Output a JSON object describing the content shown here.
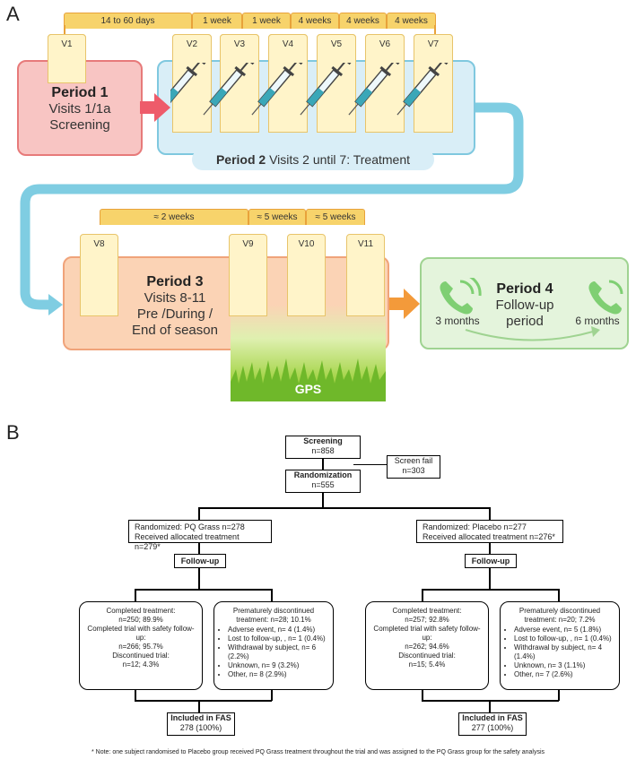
{
  "panel_a": {
    "letter": "A",
    "intervals": [
      "14 to 60 days",
      "1 week",
      "1 week",
      "4 weeks",
      "4 weeks",
      "4 weeks"
    ],
    "intervals_p3": [
      "≈ 2 weeks",
      "≈ 5 weeks",
      "≈ 5 weeks"
    ],
    "visits": [
      "V1",
      "V2",
      "V3",
      "V4",
      "V5",
      "V6",
      "V7",
      "V8",
      "V9",
      "V10",
      "V11"
    ],
    "period1": {
      "title": "Period 1",
      "line1": "Visits 1/1a",
      "line2": "Screening"
    },
    "period2": {
      "title": "Period 2",
      "text": "Visits 2 until 7: Treatment"
    },
    "period3": {
      "title": "Period 3",
      "line1": "Visits 8-11",
      "line2": "Pre /During /",
      "line3": "End of season"
    },
    "period4": {
      "title": "Period 4",
      "line1": "Follow-up",
      "line2": "period",
      "left": "3 months",
      "right": "6 months"
    },
    "gps": "GPS",
    "colors": {
      "period1": "#f8c5c3",
      "period2": "#d9eef7",
      "period3": "#fbd3b5",
      "period4": "#e4f4dc",
      "timebar": "#f7d36b",
      "arrow_red": "#ee5b6a",
      "arrow_blue": "#7fcde2",
      "arrow_orange": "#f39a3a"
    }
  },
  "panel_b": {
    "letter": "B",
    "screening": {
      "title": "Screening",
      "n": "n=858"
    },
    "screen_fail": {
      "title": "Screen fail",
      "n": "n=303"
    },
    "randomization": {
      "title": "Randomization",
      "n": "n=555"
    },
    "pq": {
      "line1": "Randomized: PQ Grass n=278",
      "line2": "Received allocated treatment n=279*",
      "followup": "Follow-up",
      "completed": [
        "Completed treatment:",
        "n=250; 89.9%",
        "Completed trial with safety follow-",
        "up:",
        "n=266; 95.7%",
        "Discontinued trial:",
        "n=12; 4.3%"
      ],
      "disc_head": [
        "Prematurely discontinued",
        "treatment: n=28; 10.1%"
      ],
      "disc_items": [
        "Adverse event, n= 4 (1.4%)",
        "Lost to follow-up, , n= 1 (0.4%)",
        "Withdrawal by subject, n= 6 (2.2%)",
        "Unknown, n= 9 (3.2%)",
        "Other, n= 8 (2.9%)"
      ],
      "fas": {
        "title": "Included in FAS",
        "n": "278 (100%)"
      }
    },
    "placebo": {
      "line1": "Randomized: Placebo  n=277",
      "line2": "Received allocated treatment n=276*",
      "followup": "Follow-up",
      "completed": [
        "Completed treatment:",
        "n=257; 92.8%",
        "Completed trial with safety follow-",
        "up:",
        "n=262; 94.6%",
        "Discontinued trial:",
        "n=15; 5.4%"
      ],
      "disc_head": [
        "Prematurely discontinued",
        "treatment: n=20; 7.2%"
      ],
      "disc_items": [
        "Adverse event, n= 5 (1.8%)",
        "Lost to follow-up, , n= 1 (0.4%)",
        "Withdrawal by subject, n= 4 (1.4%)",
        "Unknown, n= 3 (1.1%)",
        "Other, n= 7 (2.6%)"
      ],
      "fas": {
        "title": "Included in FAS",
        "n": "277 (100%)"
      }
    },
    "note": "* Note: one subject randomised to Placebo group received PQ Grass treatment throughout the trial and was assigned to the PQ Grass group for the safety analysis"
  }
}
